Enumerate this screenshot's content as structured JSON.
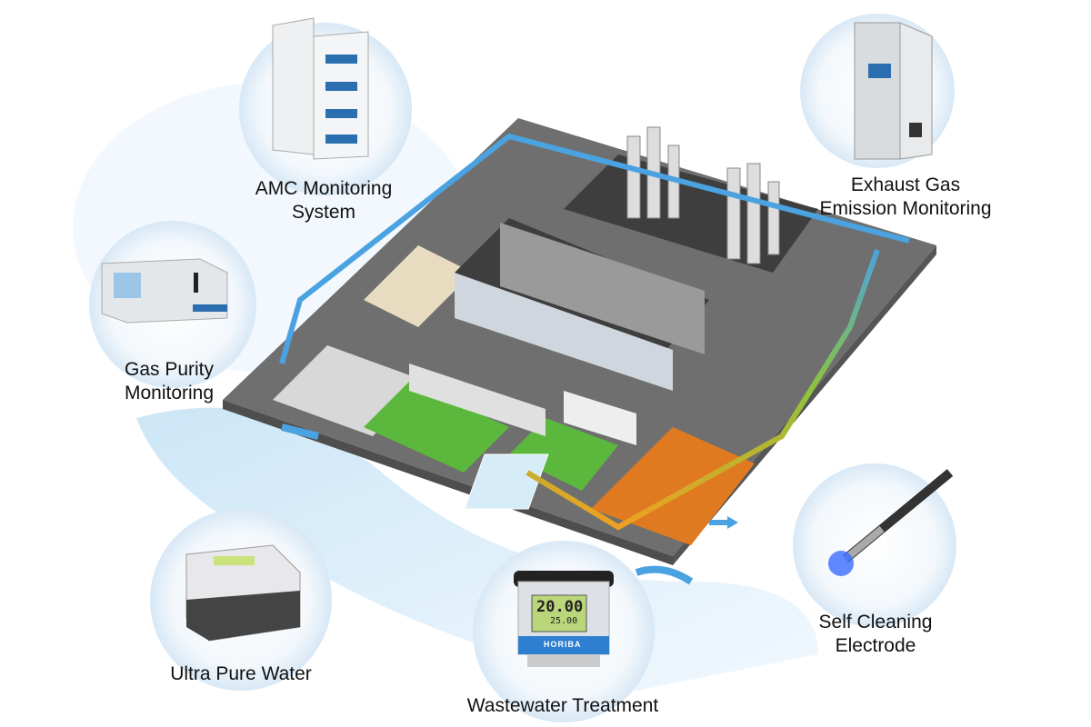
{
  "products": [
    {
      "id": "amc",
      "lines": [
        "AMC Monitoring",
        "System"
      ]
    },
    {
      "id": "exhaust",
      "lines": [
        "Exhaust Gas",
        "Emission Monitoring"
      ]
    },
    {
      "id": "gas-purity",
      "lines": [
        "Gas Purity",
        "Monitoring"
      ]
    },
    {
      "id": "ultra-pure-water",
      "lines": [
        "Ultra Pure Water"
      ]
    },
    {
      "id": "wastewater",
      "lines": [
        "Wastewater Treatment"
      ],
      "display": {
        "main": "20.00",
        "sub": "25.00"
      },
      "brand": "HORIBA"
    },
    {
      "id": "self-cleaning",
      "lines": [
        "Self Cleaning",
        "Electrode"
      ]
    }
  ],
  "colors": {
    "floor": "#6f6f6f",
    "water_pipe": "#4aa3e0",
    "process_pipe": "#f0a020",
    "green_zone": "#5cb83c",
    "orange_zone": "#e07a20",
    "bubble": "#e6f1fa"
  }
}
